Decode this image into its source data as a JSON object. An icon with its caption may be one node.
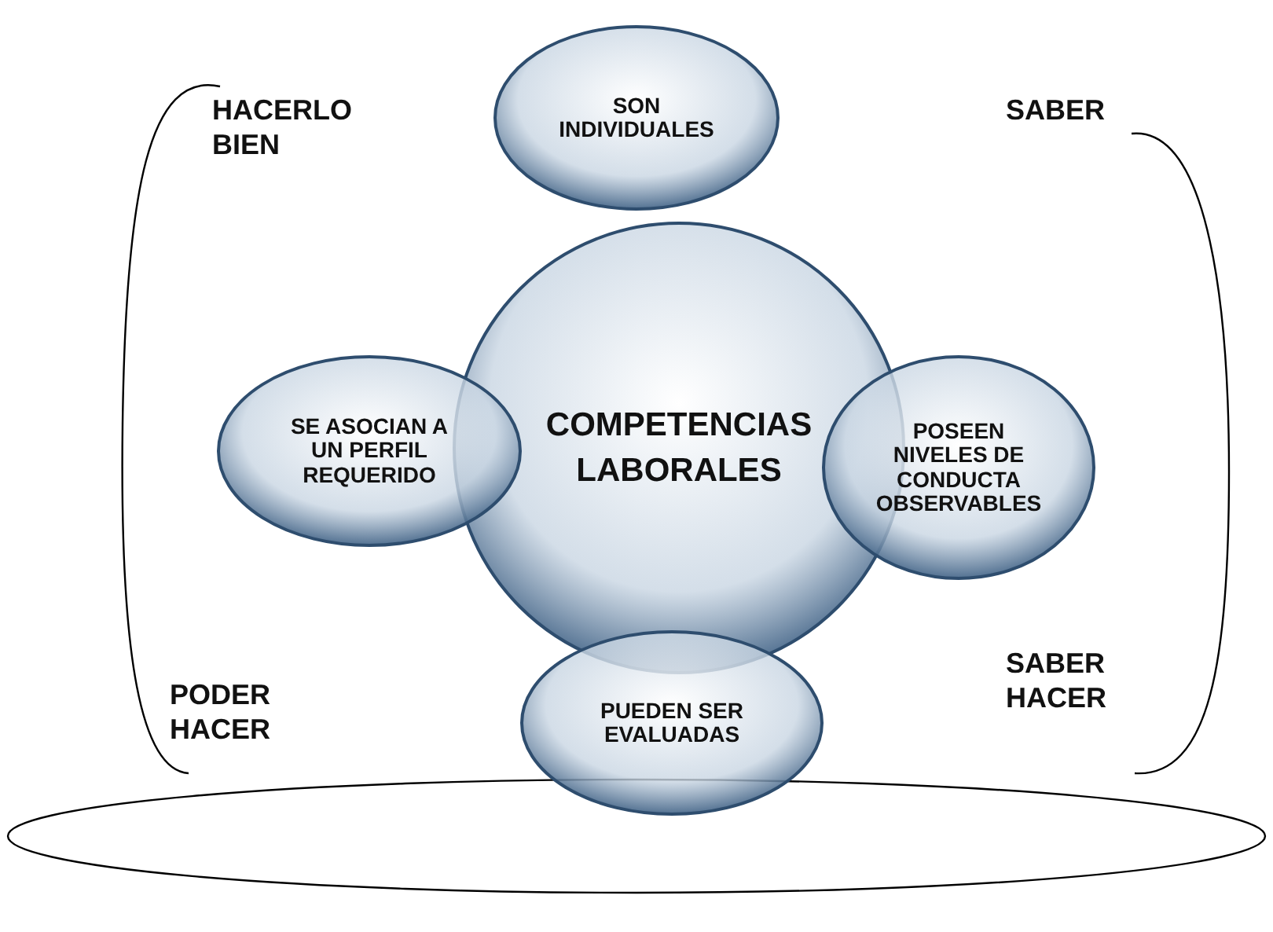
{
  "diagram": {
    "nodes": [
      {
        "text": [
          "SON INDIVIDUALES"
        ]
      },
      {
        "text": [
          "SE ASOCIAN A UN PERFIL REQUERIDO"
        ]
      },
      {
        "text": [
          "COMPETENCIAS LABORALES"
        ]
      },
      {
        "text": [
          "POSEEN NIVELES DE CONDUCTA OBSERVABLES"
        ]
      },
      {
        "text": [
          "PUEDEN SER EVALUADAS"
        ]
      }
    ],
    "labels": [
      "HACERLO BIEN",
      "SABER",
      "PODER HACER",
      "SABER HACER"
    ]
  }
}
